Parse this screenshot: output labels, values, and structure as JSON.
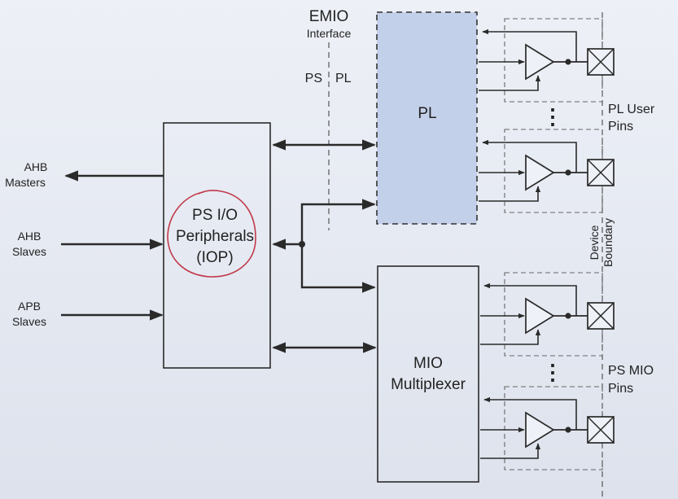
{
  "emio": {
    "title": "EMIO",
    "subtitle": "Interface",
    "ps": "PS",
    "pl": "PL"
  },
  "left_ports": {
    "ahb_masters": [
      "AHB",
      "Masters"
    ],
    "ahb_slaves": [
      "AHB",
      "Slaves"
    ],
    "apb_slaves": [
      "APB",
      "Slaves"
    ]
  },
  "iop": {
    "line1": "PS I/O",
    "line2": "Peripherals",
    "line3": "(IOP)"
  },
  "pl_block": {
    "label": "PL"
  },
  "mio_block": {
    "line1": "MIO",
    "line2": "Multiplexer"
  },
  "pins": {
    "pl_user": [
      "PL User",
      "Pins"
    ],
    "ps_mio": [
      "PS MIO",
      "Pins"
    ]
  },
  "boundary": {
    "line1": "Device",
    "line2": "Boundary"
  },
  "ellipsis": "⋮",
  "colors": {
    "line": "#2a2a2a",
    "pl_fill": "#c3d0ea",
    "annotation": "#c0394a"
  }
}
